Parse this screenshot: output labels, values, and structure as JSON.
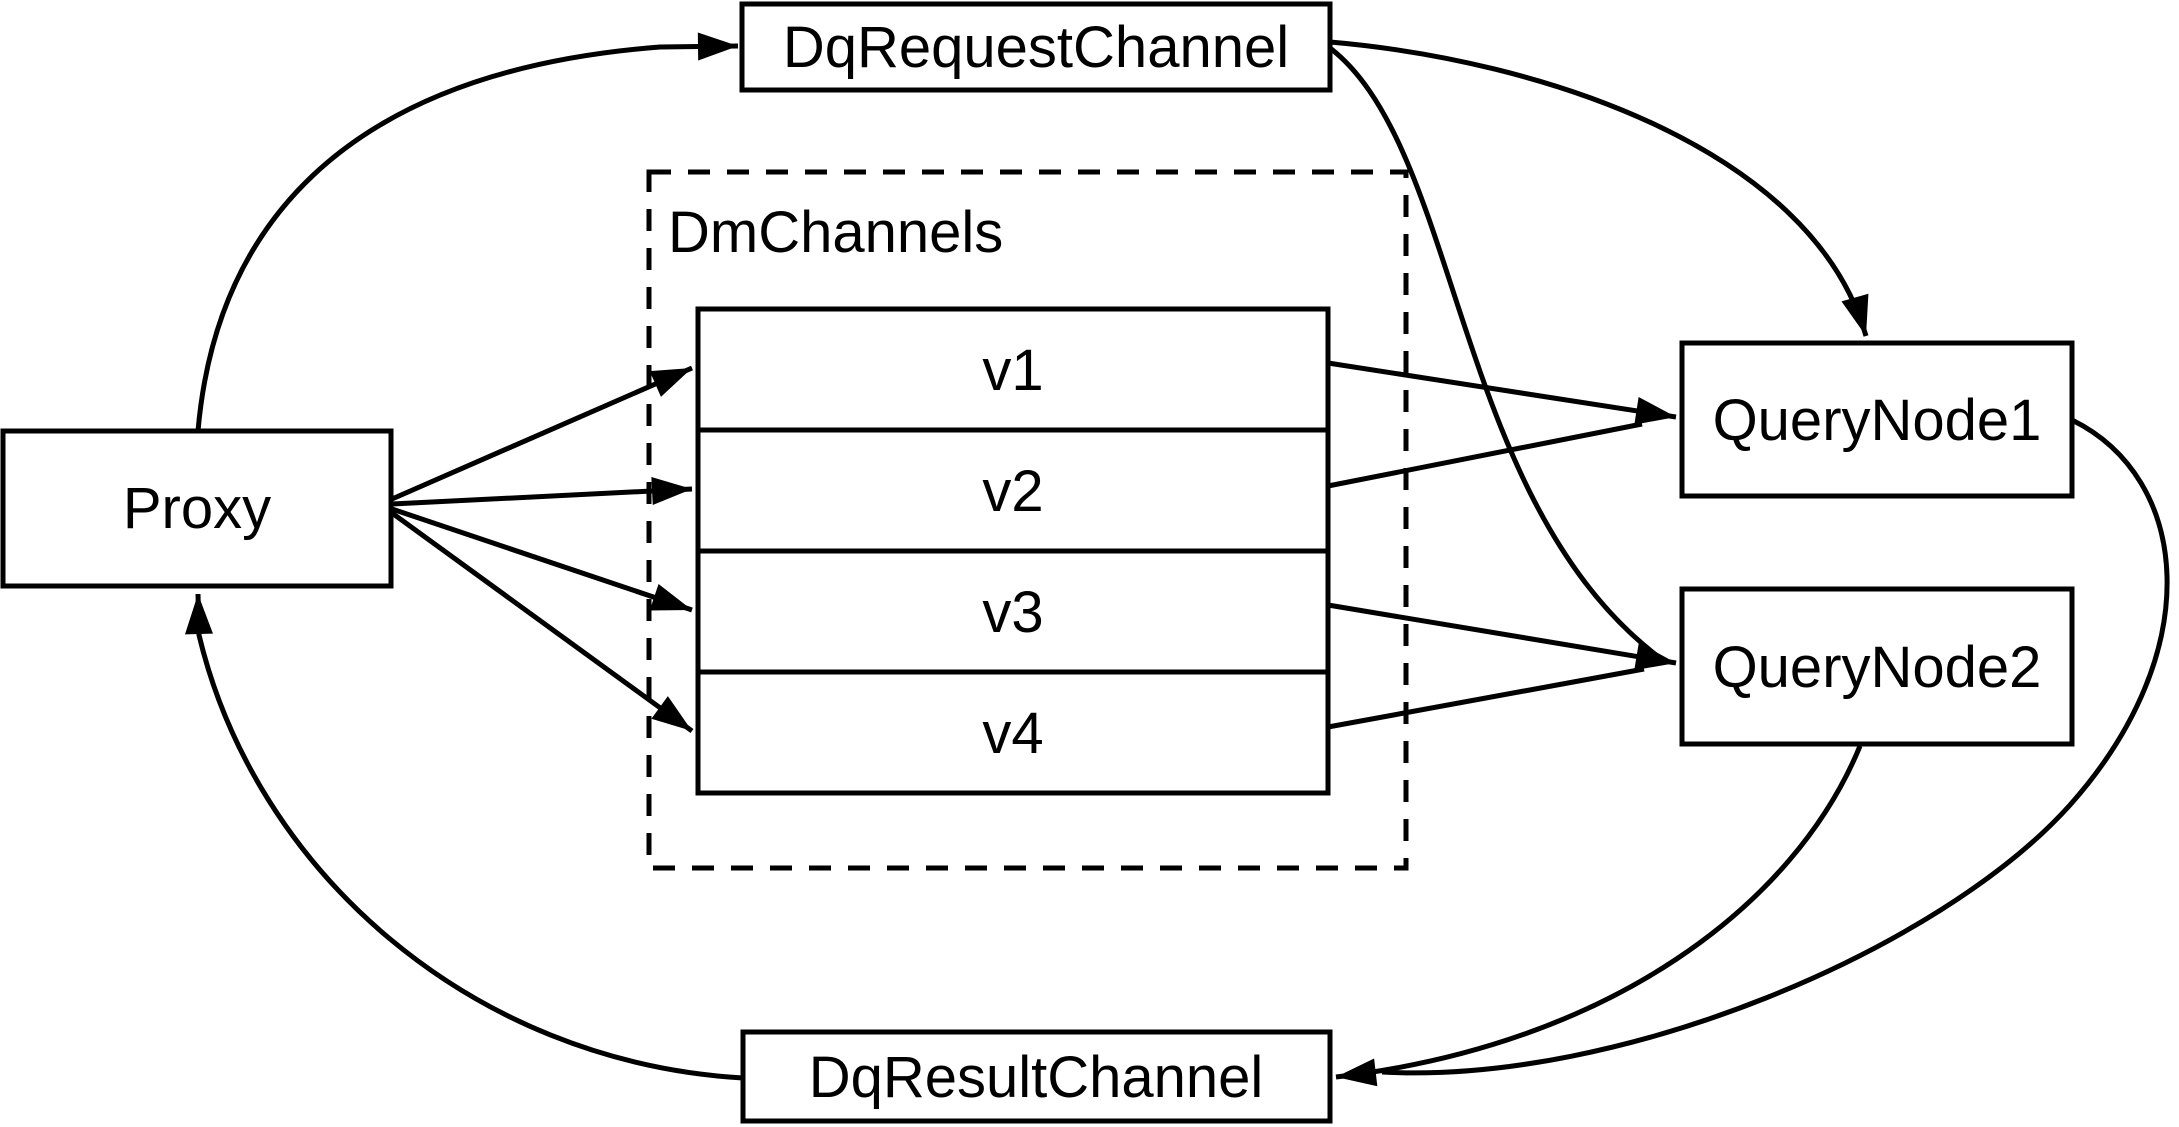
{
  "diagram": {
    "colors": {
      "stroke": "#000000",
      "background": "#ffffff"
    },
    "nodes": {
      "proxy": {
        "label": "Proxy"
      },
      "dq_request_channel": {
        "label": "DqRequestChannel"
      },
      "dm_channels": {
        "label": "DmChannels",
        "channels": [
          {
            "label": "v1"
          },
          {
            "label": "v2"
          },
          {
            "label": "v3"
          },
          {
            "label": "v4"
          }
        ]
      },
      "query_node_1": {
        "label": "QueryNode1"
      },
      "query_node_2": {
        "label": "QueryNode2"
      },
      "dq_result_channel": {
        "label": "DqResultChannel"
      }
    },
    "edges": [
      {
        "from": "Proxy",
        "to": "DqRequestChannel"
      },
      {
        "from": "Proxy",
        "to": "v1"
      },
      {
        "from": "Proxy",
        "to": "v2"
      },
      {
        "from": "Proxy",
        "to": "v3"
      },
      {
        "from": "Proxy",
        "to": "v4"
      },
      {
        "from": "v1",
        "to": "QueryNode1"
      },
      {
        "from": "v2",
        "to": "QueryNode1"
      },
      {
        "from": "v3",
        "to": "QueryNode2"
      },
      {
        "from": "v4",
        "to": "QueryNode2"
      },
      {
        "from": "DqRequestChannel",
        "to": "QueryNode1"
      },
      {
        "from": "DqRequestChannel",
        "to": "QueryNode2"
      },
      {
        "from": "QueryNode1",
        "to": "DqResultChannel"
      },
      {
        "from": "QueryNode2",
        "to": "DqResultChannel"
      },
      {
        "from": "DqResultChannel",
        "to": "Proxy"
      }
    ]
  }
}
